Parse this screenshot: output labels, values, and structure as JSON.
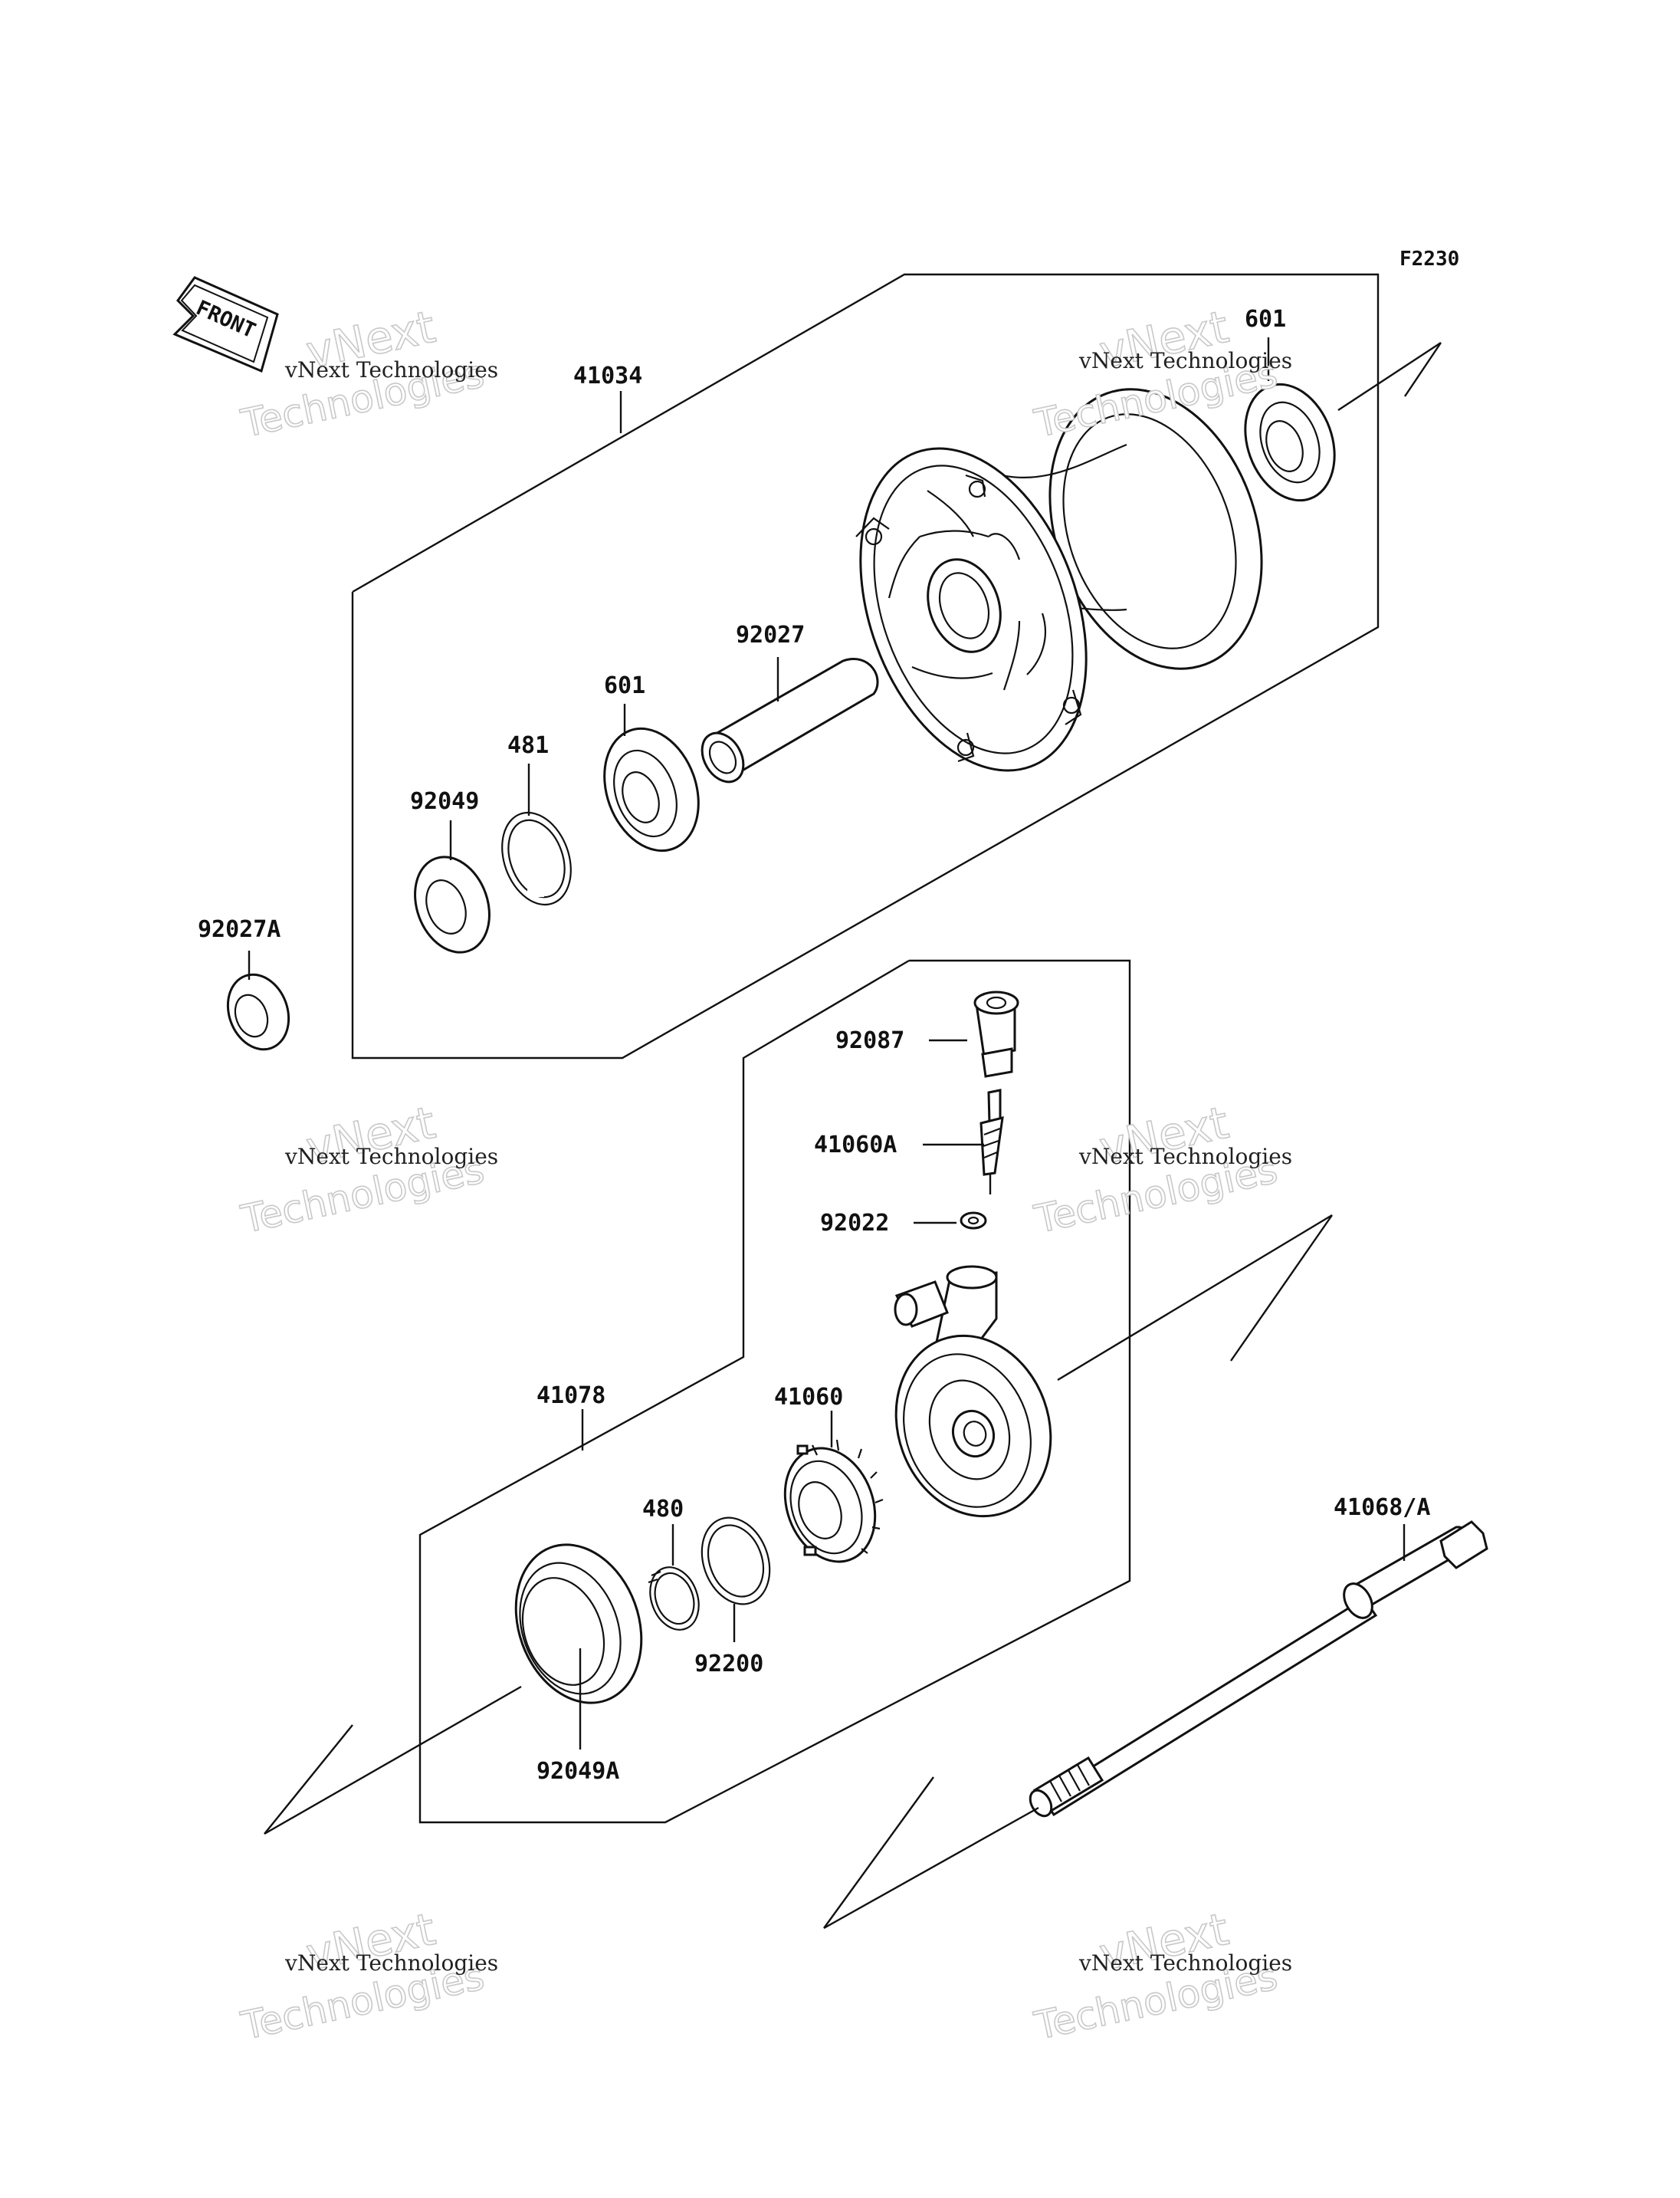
{
  "figure_code": "F2230",
  "front_label": "FRONT",
  "watermark": {
    "line_small": "vNext Technologies",
    "line_vnext": "vNext",
    "line_tech": "Technologies"
  },
  "parts": {
    "p41034": "41034",
    "p601_top": "601",
    "p92027": "92027",
    "p601": "601",
    "p481": "481",
    "p92049": "92049",
    "p92027A": "92027A",
    "p92087": "92087",
    "p41060A": "41060A",
    "p92022": "92022",
    "p41078": "41078",
    "p41060": "41060",
    "p480": "480",
    "p92200": "92200",
    "p92049A": "92049A",
    "p41068A": "41068/A"
  }
}
